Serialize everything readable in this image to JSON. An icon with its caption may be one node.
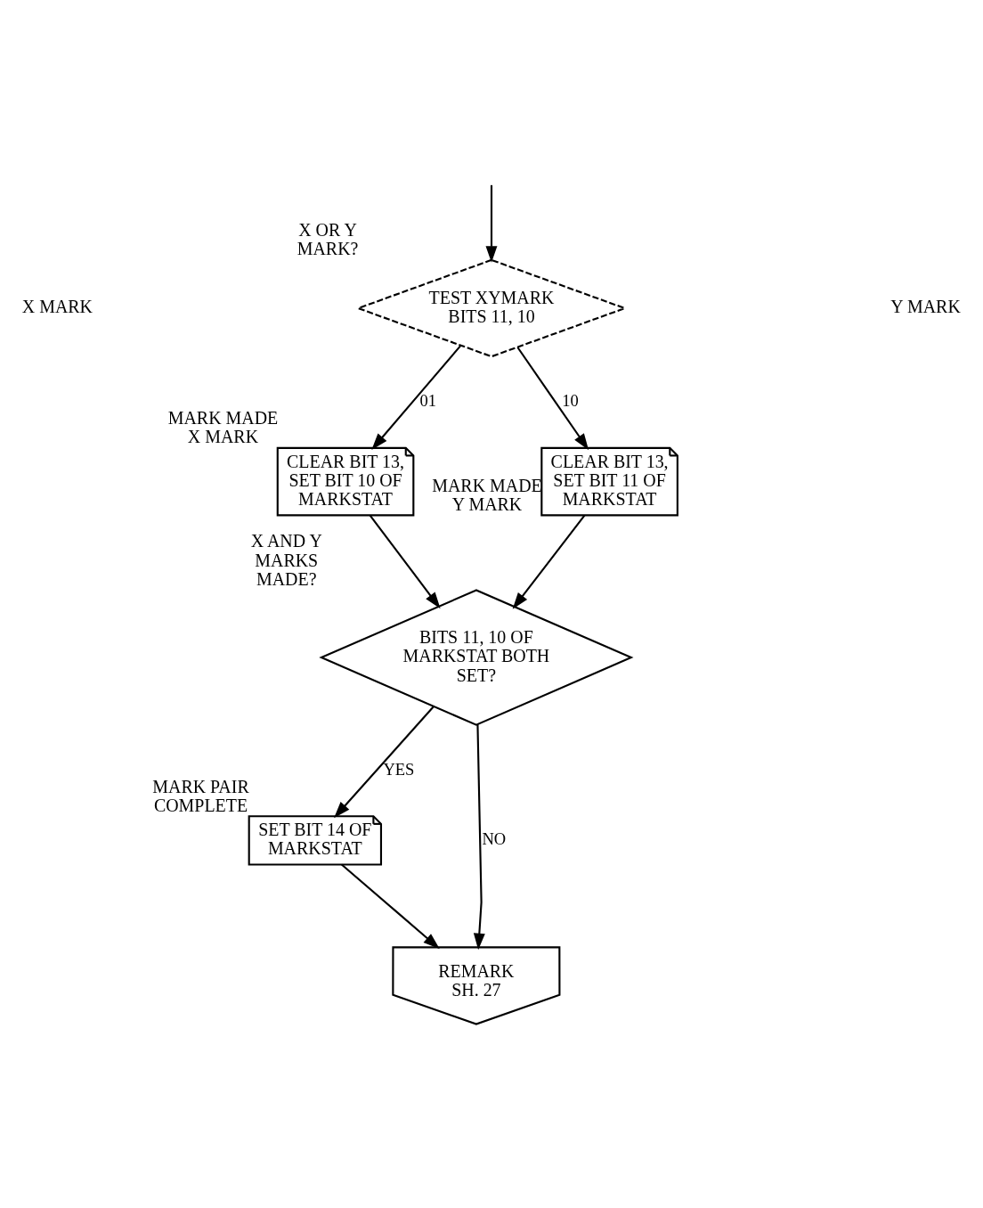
{
  "diagram": {
    "nodes": [
      {
        "text": [
          "TEST XYMARK BITS 11, 10"
        ],
        "beside": [
          "X OR Y MARK?"
        ]
      },
      {
        "text": [
          "CLEAR BIT 13, SET BIT 10 OF MARKSTAT"
        ],
        "beside": [
          "MARK MADE X MARK"
        ]
      },
      {
        "text": [
          "CLEAR BIT 13, SET BIT 11 OF MARKSTAT"
        ],
        "beside": [
          "MARK MADE Y MARK"
        ]
      },
      {
        "text": [
          "BITS 11, 10 OF MARKSTAT BOTH SET?"
        ],
        "beside": [
          "X AND Y MARKS MADE?"
        ]
      },
      {
        "text": [
          "SET BIT 14 OF MARKSTAT"
        ],
        "beside": [
          "MARK PAIR COMPLETE"
        ]
      },
      {
        "text": [
          "REMARK",
          "SH. 27"
        ]
      }
    ],
    "edges": [
      {
        "from": null,
        "to": 0,
        "arrow": "to"
      },
      {
        "from": 0,
        "to": 1,
        "arrow": "to",
        "label": "01"
      },
      {
        "from": 0,
        "to": 2,
        "arrow": "to",
        "label": "10"
      },
      {
        "from": 1,
        "to": 3,
        "arrow": "to"
      },
      {
        "from": 2,
        "to": 3,
        "arrow": "to"
      },
      {
        "from": 3,
        "to": 5,
        "arrow": "to",
        "label": "NO"
      },
      {
        "from": 3,
        "to": 4,
        "arrow": "to",
        "label": "YES"
      },
      {
        "from": 4,
        "to": 5,
        "arrow": "to"
      }
    ],
    "labels": [
      "X MARK",
      "Y MARK"
    ]
  }
}
